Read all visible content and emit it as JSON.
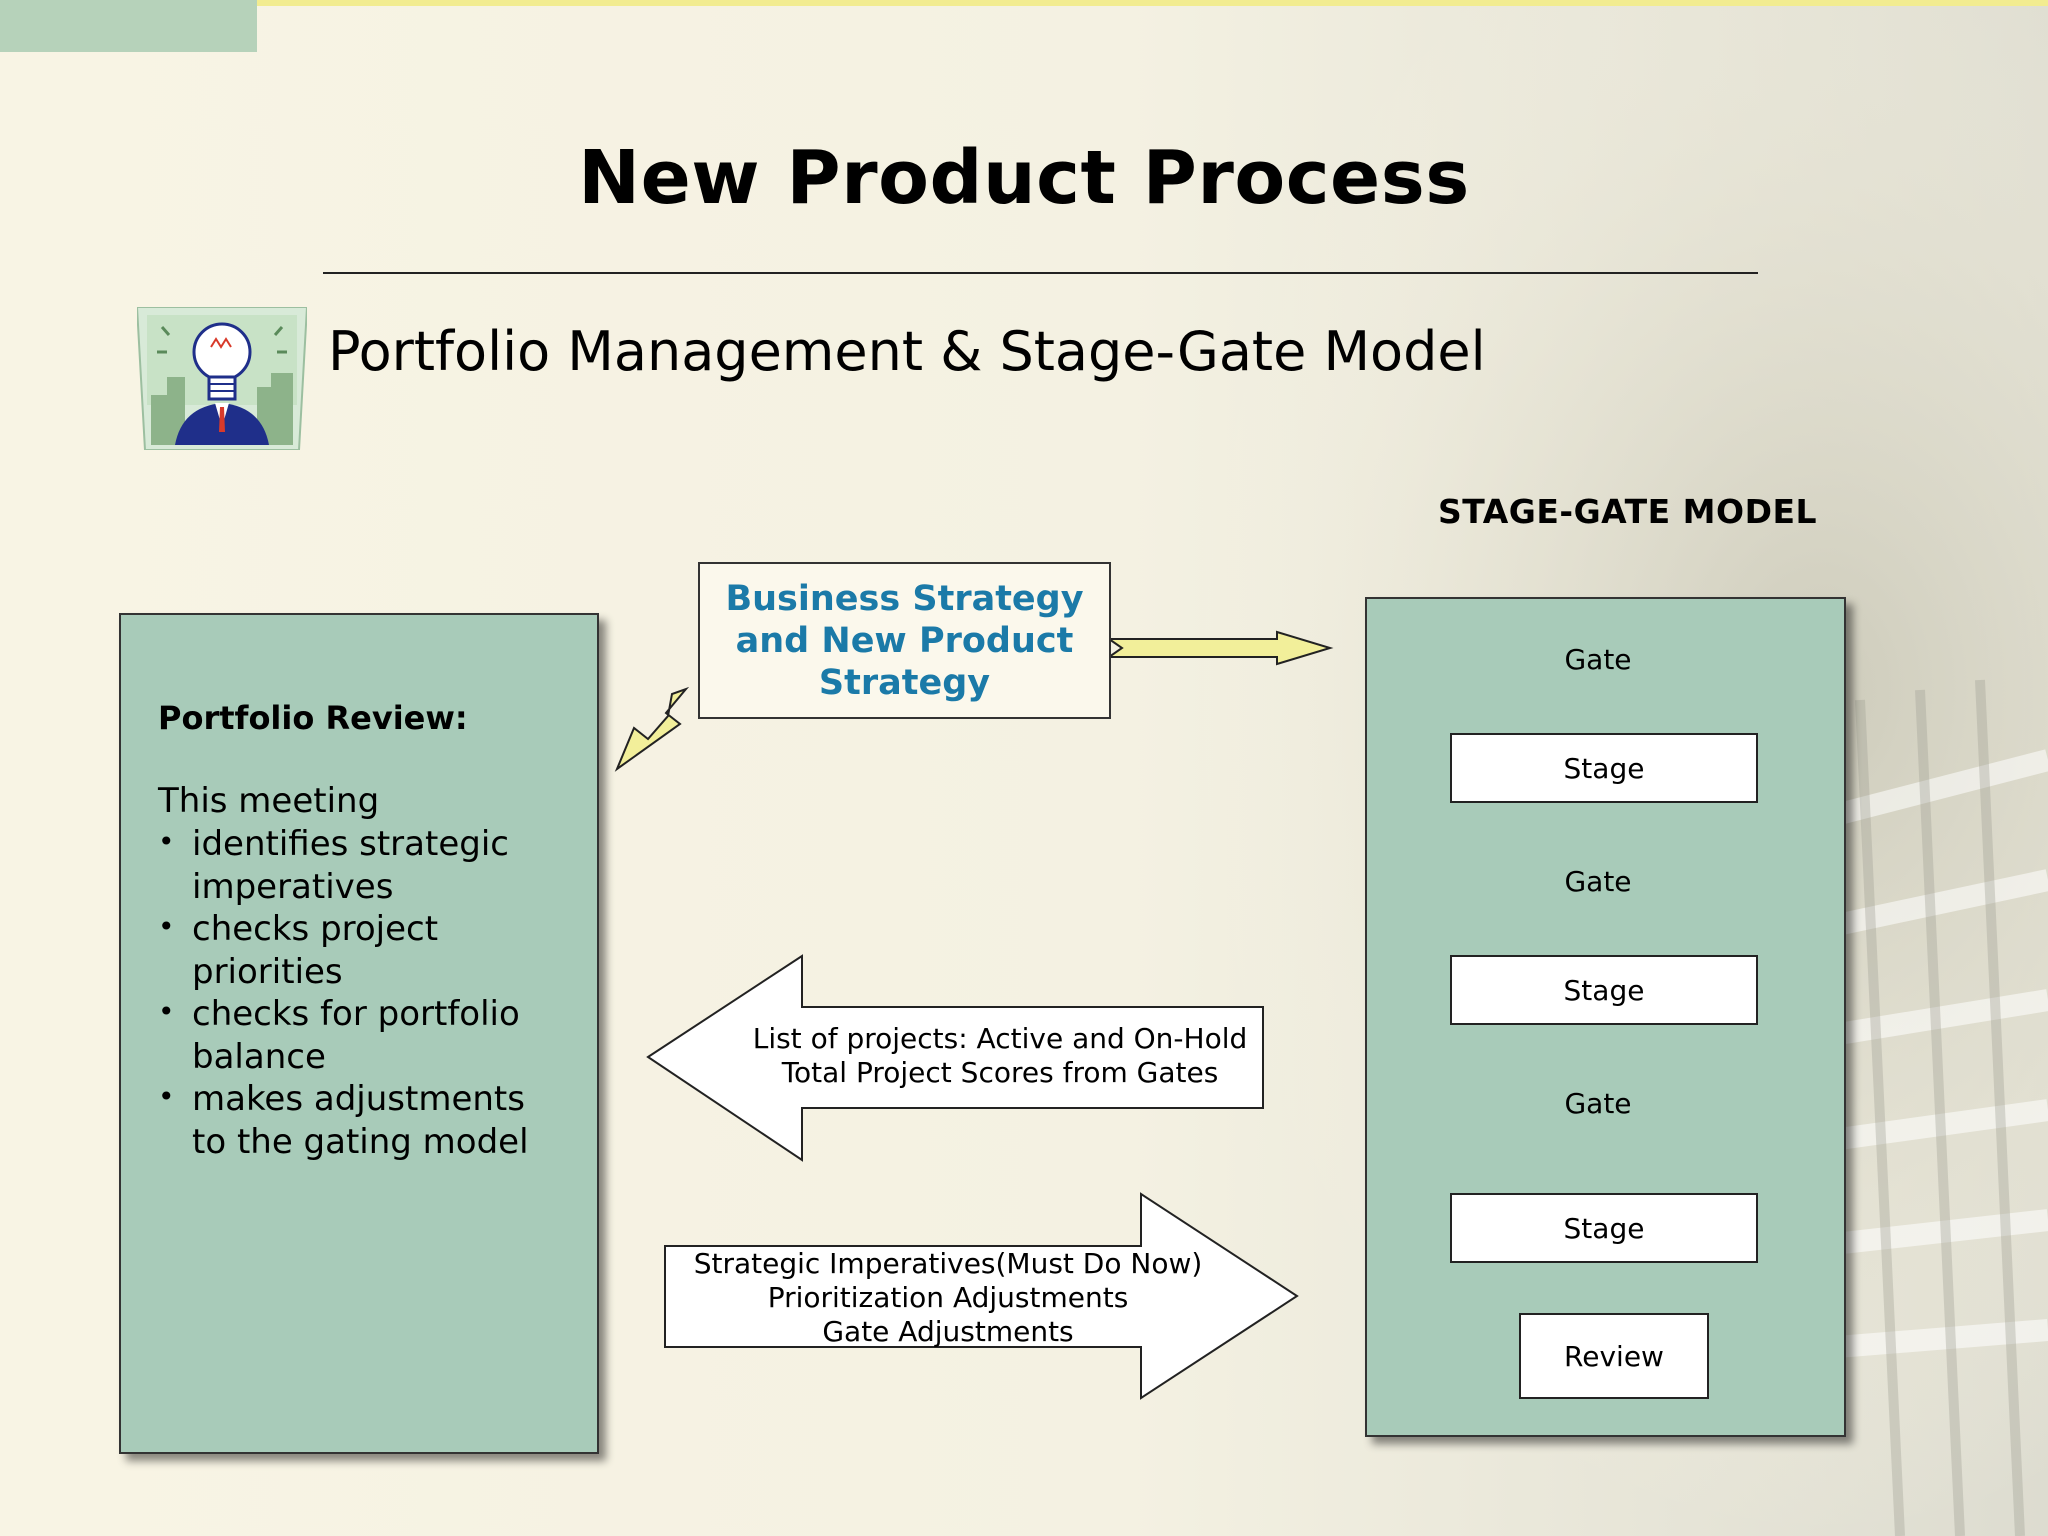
{
  "slide": {
    "title": "New Product Process",
    "subtitle": "Portfolio Management & Stage-Gate Model",
    "stage_gate_label": "STAGE-GATE MODEL"
  },
  "portfolio": {
    "heading": "Portfolio Review:",
    "intro": "This meeting",
    "bullets": [
      "identifies strategic imperatives",
      "checks project priorities",
      "checks for portfolio balance",
      "makes adjustments to the gating model"
    ]
  },
  "strategy_box": {
    "text": "Business Strategy and New Product Strategy"
  },
  "arrows": {
    "left_arrow_line1": "List of projects: Active and On-Hold",
    "left_arrow_line2": "Total Project Scores from Gates",
    "right_arrow_line1": "Strategic Imperatives(Must Do Now)",
    "right_arrow_line2": "Prioritization Adjustments",
    "right_arrow_line3": "Gate Adjustments"
  },
  "stage_gate": {
    "gate_label": "Gate",
    "stage_label": "Stage",
    "review_label": "Review"
  },
  "colors": {
    "background": "#f8f4e4",
    "panel_green": "#a8cbb9",
    "strategy_blue": "#1b7aa8",
    "arrow_yellow": "#f2ef9a"
  },
  "icons": {
    "clipart": "lightbulb-head-businessman-icon"
  }
}
